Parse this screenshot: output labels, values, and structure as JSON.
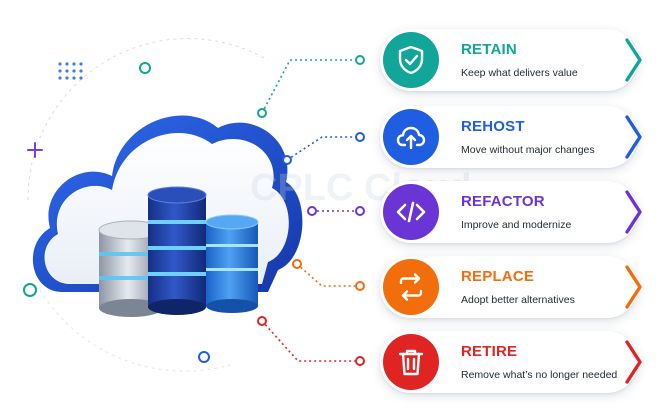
{
  "watermark": "CPLC Cloud",
  "strategies": [
    {
      "id": "retain",
      "title": "RETAIN",
      "description": "Keep what delivers value",
      "color": "#12a599",
      "icon": "shield-check-icon"
    },
    {
      "id": "rehost",
      "title": "REHOST",
      "description": "Move without major changes",
      "color": "#1f5ee0",
      "icon": "cloud-upload-icon"
    },
    {
      "id": "refactor",
      "title": "REFACTOR",
      "description": "Improve and modernize",
      "color": "#6b35d6",
      "icon": "code-brackets-icon"
    },
    {
      "id": "replace",
      "title": "REPLACE",
      "description": "Adopt better alternatives",
      "color": "#f26d0c",
      "icon": "swap-arrows-icon"
    },
    {
      "id": "retire",
      "title": "RETIRE",
      "description": "Remove what’s no longer needed",
      "color": "#e02424",
      "icon": "trash-icon"
    }
  ]
}
